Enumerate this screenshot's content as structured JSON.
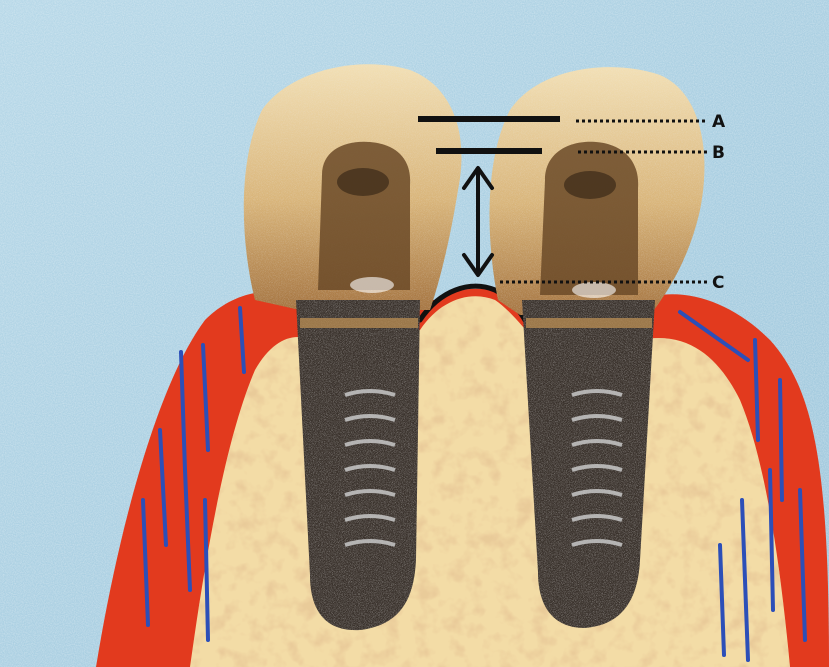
{
  "labels": {
    "a": "A",
    "b": "B",
    "c": "C"
  },
  "colors": {
    "background": "#a9cfe2",
    "gingiva": "#e23a1e",
    "gingiva_lines": "#2c4fb8",
    "bone": "#f3dca6",
    "bone_spots": "#c98d4c",
    "crown": "#e6c68c",
    "crown_shade": "#8a5a2c",
    "implant": "#3a322c",
    "implant_threads": "#c8c8c8",
    "marker_lines": "#111111"
  },
  "icons": {
    "arrow": "double-headed-arrow-icon"
  }
}
